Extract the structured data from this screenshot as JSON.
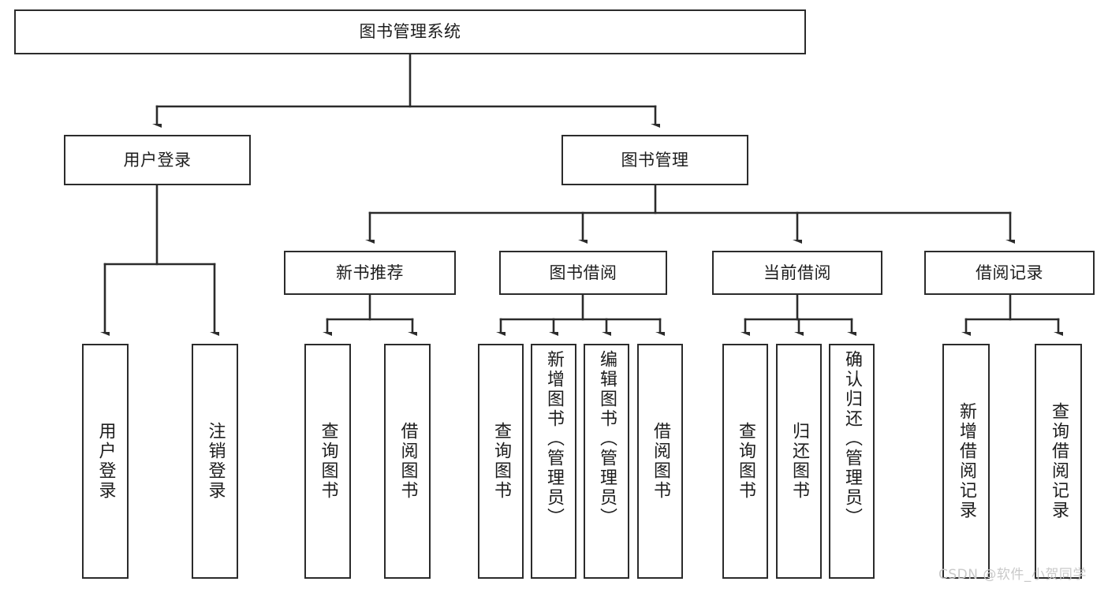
{
  "diagram": {
    "title": "图书管理系统",
    "type": "hierarchy-tree",
    "colors": {
      "stroke": "#2b2b2b",
      "fill": "#ffffff",
      "text": "#1d1d1d",
      "watermark": "#c9c9c9"
    },
    "levels": {
      "root": {
        "label": "图书管理系统"
      },
      "level1": [
        {
          "label": "用户登录"
        },
        {
          "label": "图书管理"
        }
      ],
      "level2": [
        {
          "label": "新书推荐"
        },
        {
          "label": "图书借阅"
        },
        {
          "label": "当前借阅"
        },
        {
          "label": "借阅记录"
        }
      ],
      "leaves": {
        "user_login": [
          {
            "label": "用户登录"
          },
          {
            "label": "注销登录"
          }
        ],
        "new_book_recommend": [
          {
            "label": "查询图书"
          },
          {
            "label": "借阅图书"
          }
        ],
        "book_borrow": [
          {
            "label": "查询图书"
          },
          {
            "label": "新增图书（管理员）"
          },
          {
            "label": "编辑图书（管理员）"
          },
          {
            "label": "借阅图书"
          }
        ],
        "current_borrow": [
          {
            "label": "查询图书"
          },
          {
            "label": "归还图书"
          },
          {
            "label": "确认归还（管理员）"
          }
        ],
        "borrow_records": [
          {
            "label": "新增借阅记录"
          },
          {
            "label": "查询借阅记录"
          }
        ]
      }
    },
    "watermark": "CSDN @软件_小贺同学"
  }
}
